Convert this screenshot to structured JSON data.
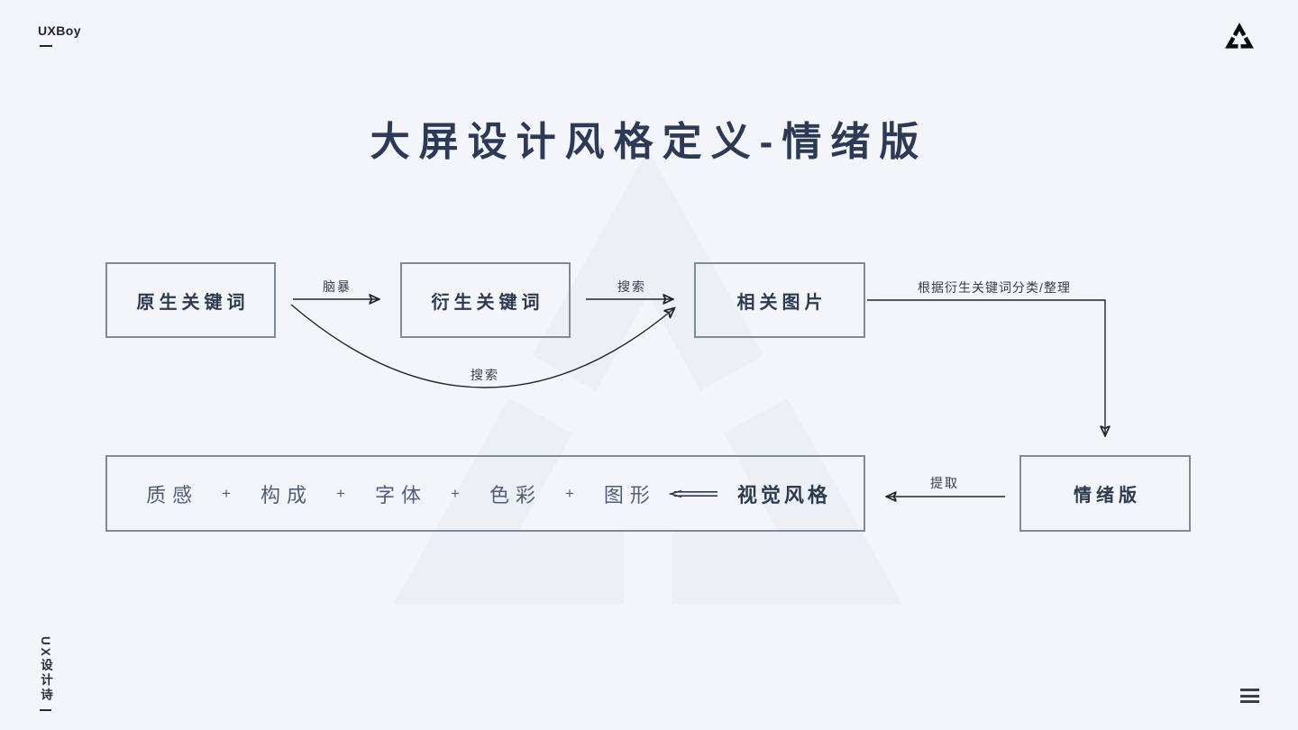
{
  "header": {
    "brand": "UXBoy"
  },
  "title": "大屏设计风格定义-情绪版",
  "flow": {
    "box_origin": "原生关键词",
    "box_derived": "衍生关键词",
    "box_images": "相关图片",
    "box_mood": "情绪版",
    "label_brainstorm": "脑暴",
    "label_search_top": "搜索",
    "label_search_curve": "搜索",
    "label_classify": "根据衍生关键词分类/整理",
    "label_extract": "提取"
  },
  "style_box": {
    "items": [
      "质感",
      "构成",
      "字体",
      "色彩",
      "图形"
    ],
    "plus": "+",
    "result": "视觉风格"
  },
  "footer": {
    "vertical_brand": "UX设计诗"
  },
  "colors": {
    "background": "#f4f5f8",
    "watermark": "#eceff4",
    "box_border": "#7f8a9a",
    "dark_text": "#2c3a52",
    "muted_text": "#515d77",
    "arrow_line": "#20252c"
  }
}
